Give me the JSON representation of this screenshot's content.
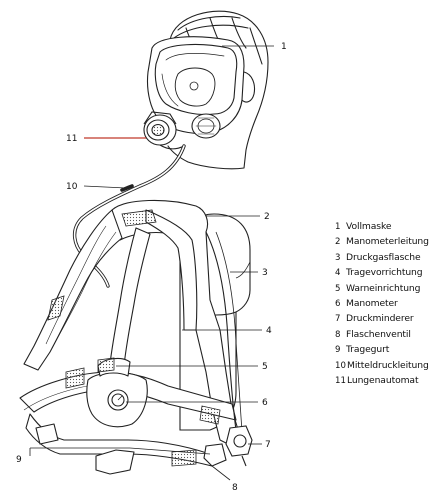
{
  "figure": {
    "colors": {
      "line": "#222222",
      "leader_red": "#c0392b",
      "pad": "#cfcfcf"
    }
  },
  "callouts": [
    {
      "id": "1",
      "text": "1"
    },
    {
      "id": "2",
      "text": "2"
    },
    {
      "id": "3",
      "text": "3"
    },
    {
      "id": "4",
      "text": "4"
    },
    {
      "id": "5",
      "text": "5"
    },
    {
      "id": "6",
      "text": "6"
    },
    {
      "id": "7",
      "text": "7"
    },
    {
      "id": "8",
      "text": "8"
    },
    {
      "id": "9",
      "text": "9"
    },
    {
      "id": "10",
      "text": "10"
    },
    {
      "id": "11",
      "text": "11"
    }
  ],
  "legend": [
    {
      "number": "1",
      "label": "Vollmaske"
    },
    {
      "number": "2",
      "label": "Manometerleitung"
    },
    {
      "number": "3",
      "label": "Druckgasflasche"
    },
    {
      "number": "4",
      "label": "Tragevorrichtung"
    },
    {
      "number": "5",
      "label": "Warneinrichtung"
    },
    {
      "number": "6",
      "label": "Manometer"
    },
    {
      "number": "7",
      "label": "Druckminderer"
    },
    {
      "number": "8",
      "label": "Flaschenventil"
    },
    {
      "number": "9",
      "label": "Tragegurt"
    },
    {
      "number": "10",
      "label": "Mitteldruckleitung"
    },
    {
      "number": "11",
      "label": "Lungenautomat"
    }
  ]
}
